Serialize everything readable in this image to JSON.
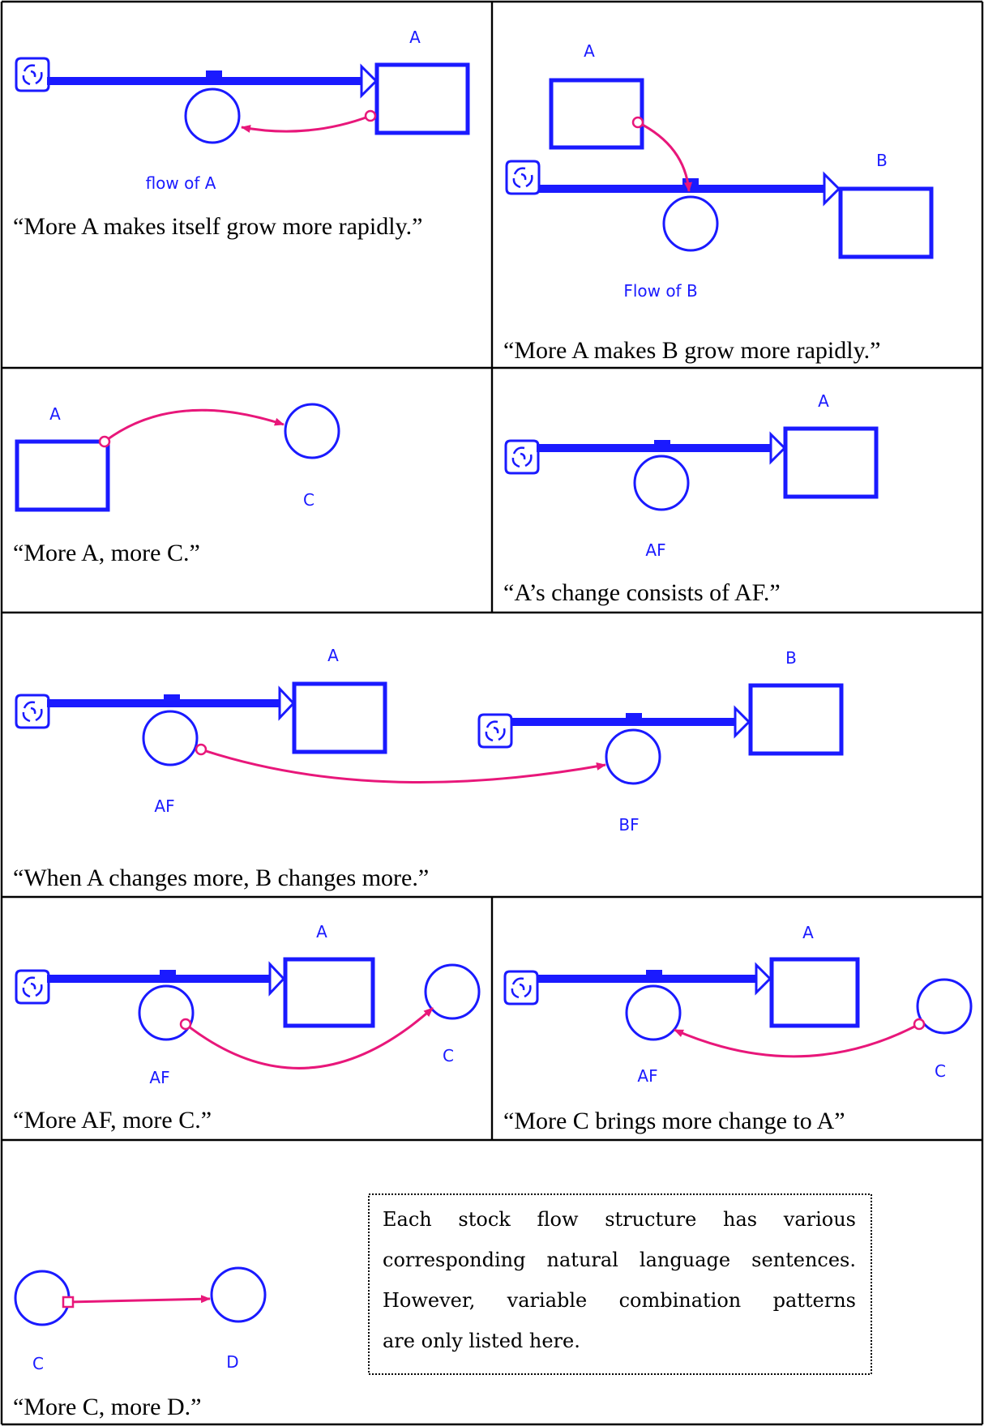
{
  "colors": {
    "structure": "#1a1aff",
    "link": "#e8177a",
    "border": "#000000"
  },
  "panels": {
    "p1": {
      "stock_label": "A",
      "flow_label": "flow of A",
      "caption": "“More A makes itself grow more rapidly.”"
    },
    "p2": {
      "stock_a_label": "A",
      "stock_b_label": "B",
      "flow_label": "Flow of B",
      "caption": "“More A makes B grow more rapidly.”"
    },
    "p3": {
      "stock_label": "A",
      "aux_label": "C",
      "caption": "“More A, more C.”"
    },
    "p4": {
      "stock_label": "A",
      "flow_label": "AF",
      "caption": "“A’s change consists of AF.”"
    },
    "p5": {
      "stock_a_label": "A",
      "stock_b_label": "B",
      "flow_a_label": "AF",
      "flow_b_label": "BF",
      "caption": "“When A changes more, B changes more.”"
    },
    "p6": {
      "stock_label": "A",
      "flow_label": "AF",
      "aux_label": "C",
      "caption": "“More AF, more C.”"
    },
    "p7": {
      "stock_label": "A",
      "flow_label": "AF",
      "aux_label": "C",
      "caption": "“More C brings more change to A”"
    },
    "p8": {
      "aux_c_label": "C",
      "aux_d_label": "D",
      "caption": "“More C, more D.”",
      "note_lines": [
        "Each stock flow structure has various",
        "corresponding natural language sentences.",
        "However, variable combination patterns",
        "are only listed here."
      ]
    }
  }
}
